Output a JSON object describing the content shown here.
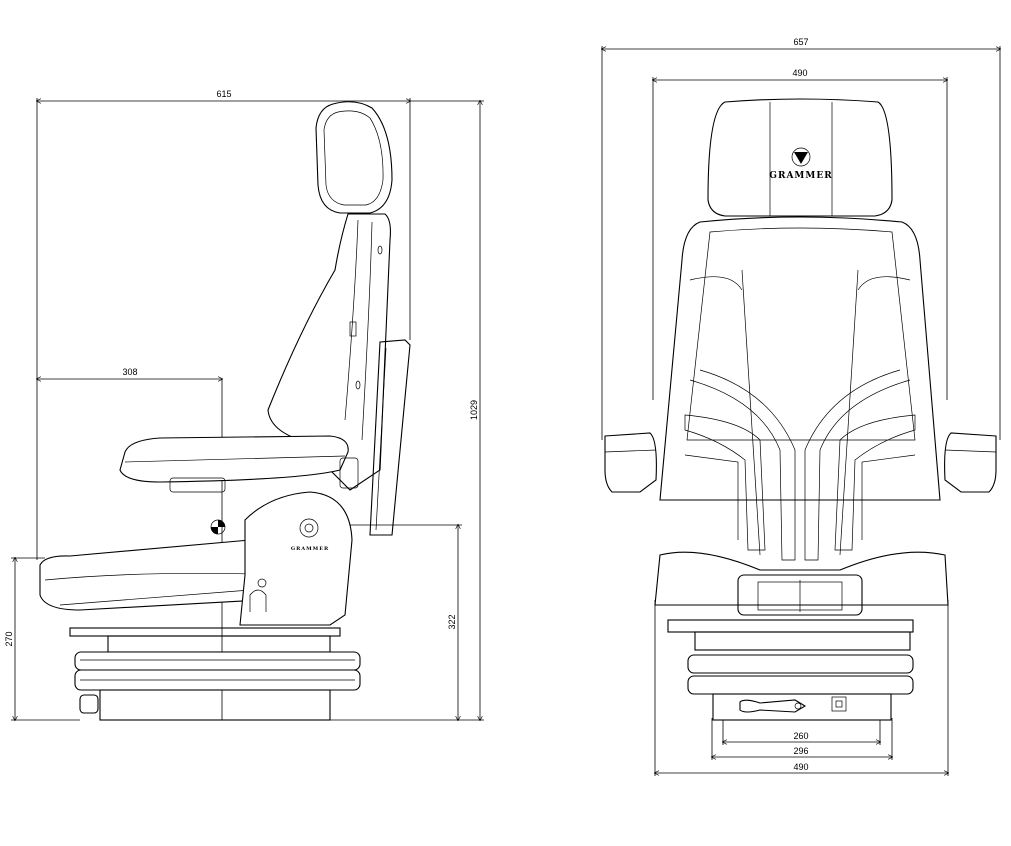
{
  "side_view": {
    "dimensions": {
      "overall_depth": "615",
      "seat_reference_depth": "308",
      "overall_height": "1029",
      "seat_height_front": "270",
      "armrest_pivot_height": "322"
    },
    "logo_text": "GRAMMER"
  },
  "front_view": {
    "dimensions": {
      "overall_width_with_armrests": "657",
      "backrest_width": "490",
      "mounting_hole_spacing": "260",
      "base_width": "296",
      "suspension_width": "490"
    },
    "logo_text": "GRAMMER"
  },
  "colors": {
    "line": "#000000",
    "background": "#ffffff"
  }
}
